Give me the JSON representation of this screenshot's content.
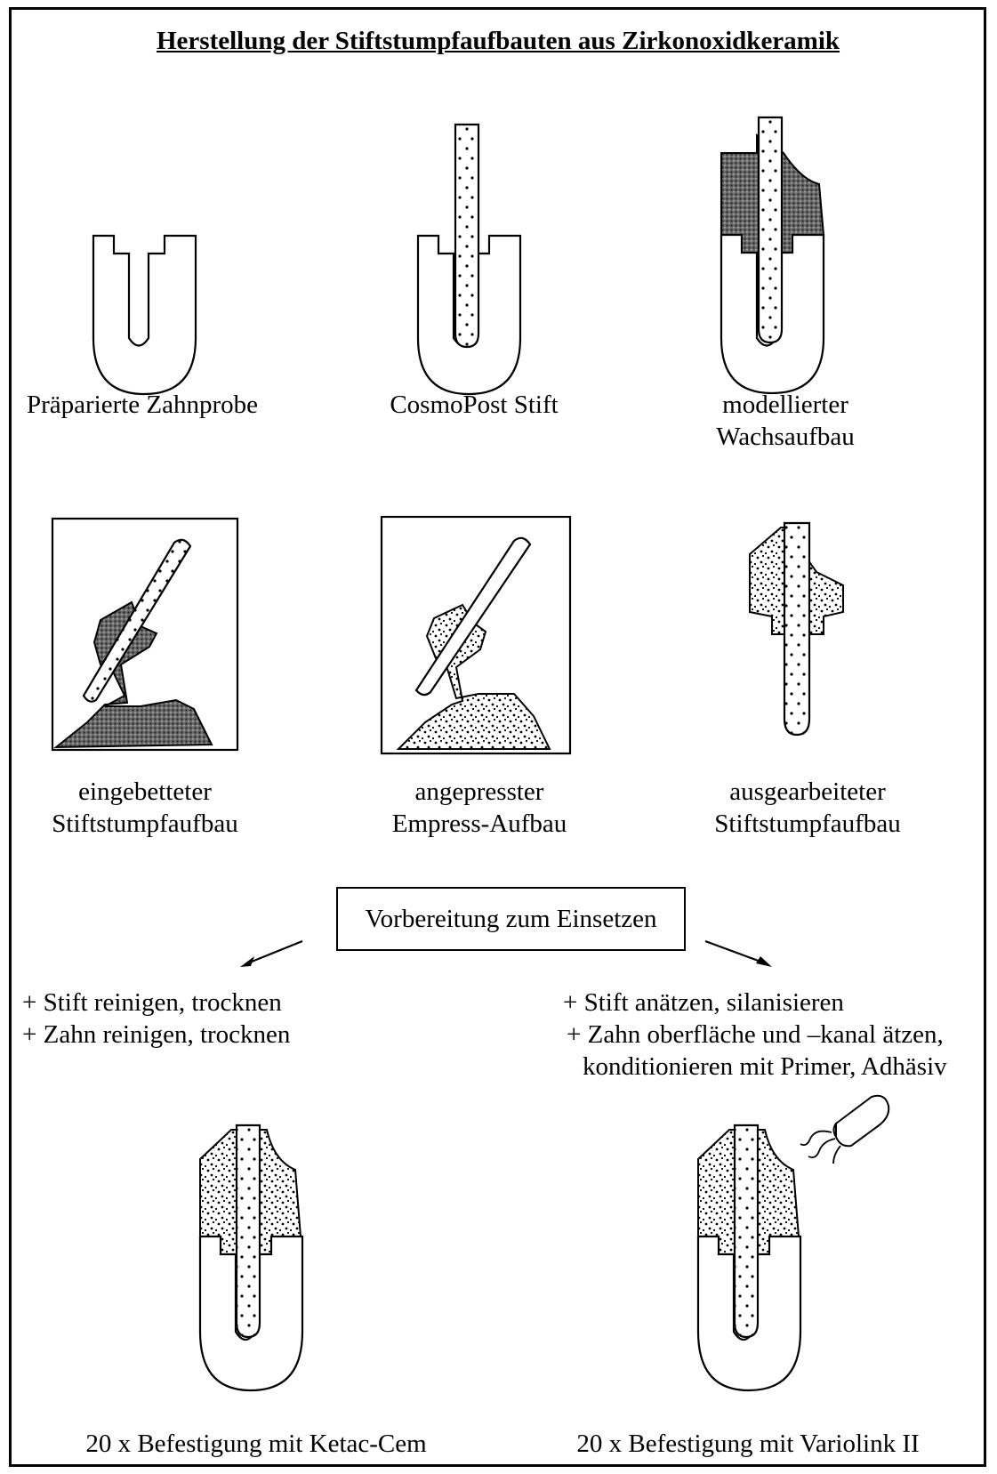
{
  "title": "Herstellung der Stiftstumpfaufbauten aus Zirkonoxidkeramik",
  "steps": [
    {
      "label_lines": [
        "Präparierte Zahnprobe"
      ]
    },
    {
      "label_lines": [
        "CosmoPost Stift"
      ]
    },
    {
      "label_lines": [
        "modellierter",
        "Wachsaufbau"
      ]
    },
    {
      "label_lines": [
        "eingebetteter",
        "Stiftstumpfaufbau"
      ]
    },
    {
      "label_lines": [
        "angepresster",
        "Empress-Aufbau"
      ]
    },
    {
      "label_lines": [
        "ausgearbeiteter",
        "Stiftstumpfaufbau"
      ]
    }
  ],
  "preparation_box": "Vorbereitung zum Einsetzen",
  "left_branch": {
    "steps": [
      "+ Stift reinigen, trocknen",
      "+ Zahn reinigen, trocknen"
    ],
    "result": "20 x Befestigung mit  Ketac-Cem"
  },
  "right_branch": {
    "steps": [
      "+ Stift anätzen, silanisieren",
      "+ Zahn oberfläche und –kanal ätzen,",
      "konditionieren mit Primer, Adhäsiv"
    ],
    "result": "20 x Befestigung mit Variolink II"
  }
}
